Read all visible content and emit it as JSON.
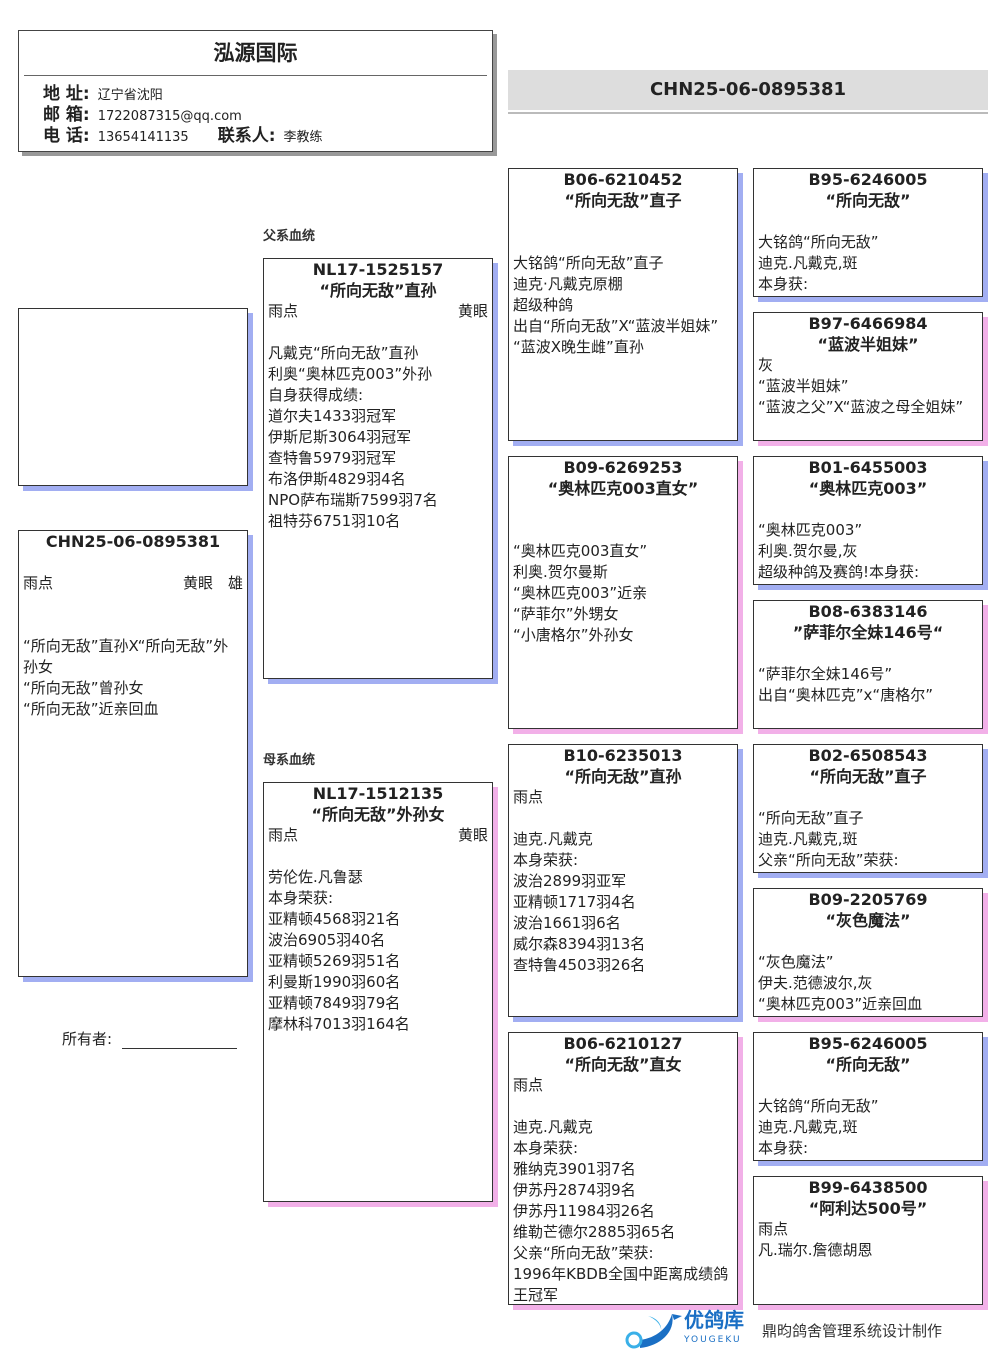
{
  "header": {
    "title": "泓源国际",
    "address_label": "地 址:",
    "address": "辽宁省沈阳",
    "email_label": "邮 箱:",
    "email": "1722087315@qq.com",
    "phone_label": "电 话:",
    "phone": "13654141135",
    "contact_label": "联系人:",
    "contact": "李教练"
  },
  "ring_banner": "CHN25-06-0895381",
  "labels": {
    "sire_line": "父系血统",
    "dam_line": "母系血统",
    "owner": "所有者:"
  },
  "footer": {
    "brand": "优鸽库",
    "brand_en": "YOUGEKU",
    "made_by": "鼎昀鸽舍管理系统设计制作"
  },
  "shadow_colors": {
    "male": "#a2aef2",
    "female": "#f2b0e8"
  },
  "boxes": {
    "subject": {
      "id": "CHN25-06-0895381",
      "name": "",
      "row": [
        "雨点",
        "黄眼　雄"
      ],
      "lines": [
        "",
        "",
        "“所向无敌”直孙X“所向无敌”外孙女",
        "“所向无敌”曾孙女",
        "“所向无敌”近亲回血"
      ]
    },
    "sire": {
      "id": "NL17-1525157",
      "name": "“所向无敌”直孙",
      "row": [
        "雨点",
        "黄眼"
      ],
      "lines": [
        "",
        "凡戴克“所向无敌”直孙",
        "利奥“奥林匹克003”外孙",
        "自身获得成绩:",
        "道尔夫1433羽冠军",
        "伊斯尼斯3064羽冠军",
        "查特鲁5979羽冠军",
        "布洛伊斯4829羽4名",
        "NPO萨布瑞斯7599羽7名",
        "祖特芬6751羽10名"
      ]
    },
    "dam": {
      "id": "NL17-1512135",
      "name": "“所向无敌”外孙女",
      "row": [
        "雨点",
        "黄眼"
      ],
      "lines": [
        "",
        "劳伦佐.凡鲁瑟",
        "本身荣获:",
        "亚精顿4568羽21名",
        "波治6905羽40名",
        "亚精顿5269羽51名",
        "利曼斯1990羽60名",
        "亚精顿7849羽79名",
        "摩林科7013羽164名"
      ]
    },
    "ss": {
      "id": "B06-6210452",
      "name": "“所向无敌”直子",
      "lines": [
        "",
        "",
        "大铭鸽“所向无敌”直子",
        "迪克·凡戴克原棚",
        "超级种鸽",
        "出自“所向无敌”X“蓝波半姐妹”",
        "“蓝波X晚生雌”直孙"
      ]
    },
    "sd": {
      "id": "B09-6269253",
      "name": "“奥林匹克003直女”",
      "lines": [
        "",
        "",
        "“奥林匹克003直女”",
        "利奥.贺尔曼斯",
        "“奥林匹克003”近亲",
        "“萨菲尔”外甥女",
        "“小唐格尔”外孙女"
      ]
    },
    "ds": {
      "id": "B10-6235013",
      "name": "“所向无敌”直孙",
      "lines": [
        "雨点",
        "",
        "迪克.凡戴克",
        "本身荣获:",
        "波治2899羽亚军",
        "亚精顿1717羽4名",
        "波治1661羽6名",
        "威尔森8394羽13名",
        "查特鲁4503羽26名"
      ]
    },
    "dd": {
      "id": "B06-6210127",
      "name": "“所向无敌”直女",
      "lines": [
        "雨点",
        "",
        "迪克.凡戴克",
        "本身荣获:",
        "雅纳克3901羽7名",
        "伊苏丹2874羽9名",
        "伊苏丹11984羽26名",
        "维勒芒德尔2885羽65名",
        "父亲“所向无敌”荣获:",
        "1996年KBDB全国中距离成绩鸽王冠军"
      ]
    },
    "sss": {
      "id": "B95-6246005",
      "name": "“所向无敌”",
      "lines": [
        "",
        "大铭鸽“所向无敌”",
        "迪克.凡戴克,斑",
        "本身获:"
      ]
    },
    "ssd": {
      "id": "B97-6466984",
      "name": "“蓝波半姐妹”",
      "lines": [
        "灰",
        "“蓝波半姐妹”",
        "“蓝波之父”X“蓝波之母全姐妹”"
      ]
    },
    "sds": {
      "id": "B01-6455003",
      "name": "“奥林匹克003”",
      "lines": [
        "",
        "“奥林匹克003”",
        "利奥.贺尔曼,灰",
        "超级种鸽及赛鸽!本身获:"
      ]
    },
    "sdd": {
      "id": "B08-6383146",
      "name": "”萨菲尔全妹146号“",
      "lines": [
        "",
        "“萨菲尔全妹146号”",
        "出自“奥林匹克”x“唐格尔”"
      ]
    },
    "dss": {
      "id": "B02-6508543",
      "name": "“所向无敌”直子",
      "lines": [
        "",
        "“所向无敌”直子",
        "迪克.凡戴克,斑",
        "父亲“所向无敌”荣获:"
      ]
    },
    "dsd": {
      "id": "B09-2205769",
      "name": "“灰色魔法”",
      "lines": [
        "",
        "“灰色魔法”",
        "伊夫.范德波尔,灰",
        "“奥林匹克003”近亲回血"
      ]
    },
    "dds": {
      "id": "B95-6246005",
      "name": "“所向无敌”",
      "lines": [
        "",
        "大铭鸽“所向无敌”",
        "迪克.凡戴克,斑",
        "本身获:"
      ]
    },
    "ddd": {
      "id": "B99-6438500",
      "name": "“阿利达500号”",
      "lines": [
        "雨点",
        "凡.瑞尔.詹德胡恩"
      ]
    }
  }
}
